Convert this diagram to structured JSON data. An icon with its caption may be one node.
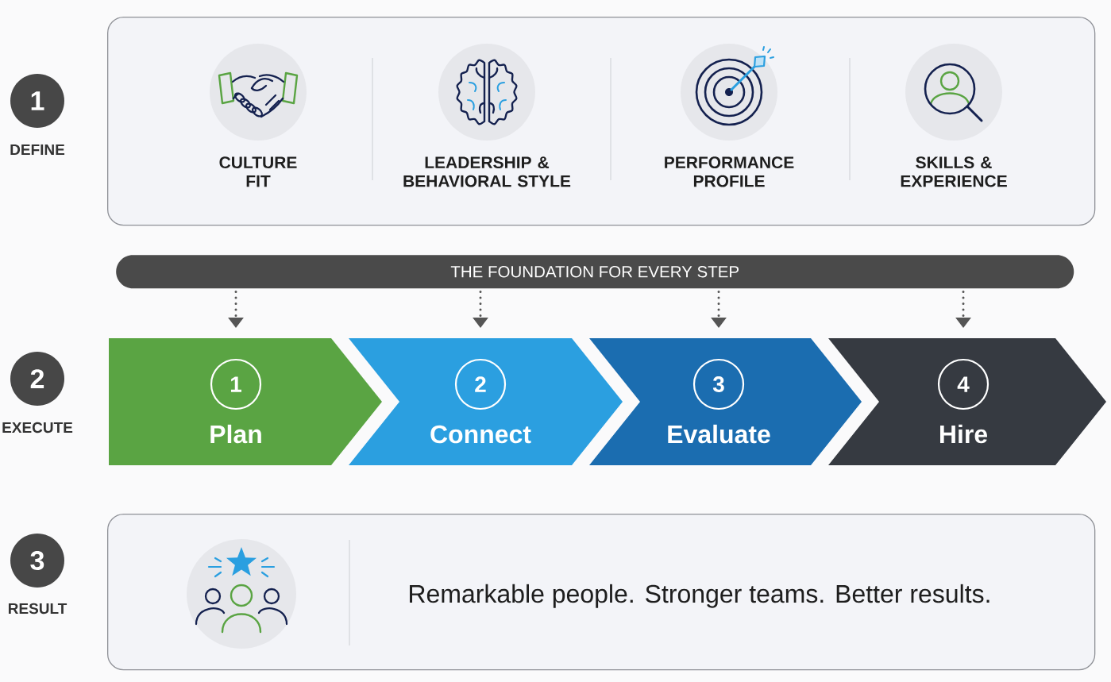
{
  "diagram": {
    "nodes": [
      {
        "text": [
          "1",
          "DEFINE"
        ]
      },
      {
        "text": [],
        "shape": "box"
      },
      {
        "text": [
          "CULTURE FIT"
        ],
        "in": 1
      },
      {
        "text": [
          "LEADERSHIP & BEHAVIORAL STYLE"
        ],
        "in": 1
      },
      {
        "text": [
          "PERFORMANCE PROFILE"
        ],
        "in": 1
      },
      {
        "text": [
          "SKILLS & EXPERIENCE"
        ],
        "in": 1
      },
      {
        "text": [
          "THE FOUNDATION FOR EVERY STEP"
        ]
      },
      {
        "text": [
          "2",
          "EXECUTE"
        ]
      },
      {
        "text": [
          "Plan"
        ]
      },
      {
        "text": [
          "1"
        ],
        "in": 8
      },
      {
        "text": [
          "Connect"
        ]
      },
      {
        "text": [
          "2"
        ],
        "in": 10
      },
      {
        "text": [
          "Evaluate"
        ]
      },
      {
        "text": [
          "3"
        ],
        "in": 12
      },
      {
        "text": [
          "Hire"
        ]
      },
      {
        "text": [
          "4"
        ],
        "in": 14
      },
      {
        "text": [
          "3",
          "RESULT"
        ]
      },
      {
        "text": [
          "Remarkable people. Stronger teams. Better results."
        ]
      }
    ],
    "edges": [
      {
        "from": 6,
        "to": 8,
        "arrow": "to",
        "style": "dashed"
      },
      {
        "from": 6,
        "to": 10,
        "arrow": "to",
        "style": "dashed"
      },
      {
        "from": 6,
        "to": 12,
        "arrow": "to",
        "style": "dashed"
      },
      {
        "from": 6,
        "to": 14,
        "arrow": "to",
        "style": "dashed"
      }
    ]
  }
}
